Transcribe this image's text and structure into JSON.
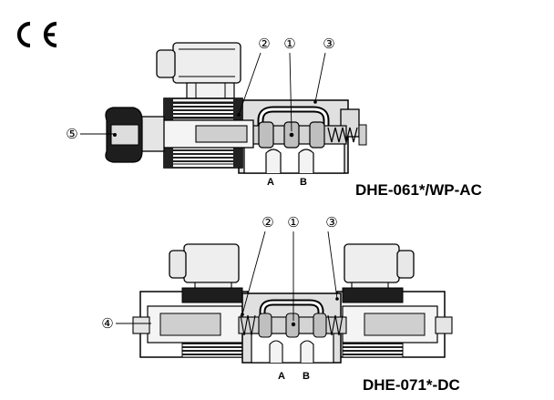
{
  "mark": {
    "text": "CE"
  },
  "diagrams": [
    {
      "title": "DHE-061*/WP-AC",
      "ports": [
        "A",
        "B"
      ],
      "callouts": [
        "②",
        "①",
        "③",
        "⑤"
      ]
    },
    {
      "title": "DHE-071*-DC",
      "ports": [
        "A",
        "B"
      ],
      "callouts": [
        "②",
        "①",
        "③",
        "④"
      ]
    }
  ]
}
